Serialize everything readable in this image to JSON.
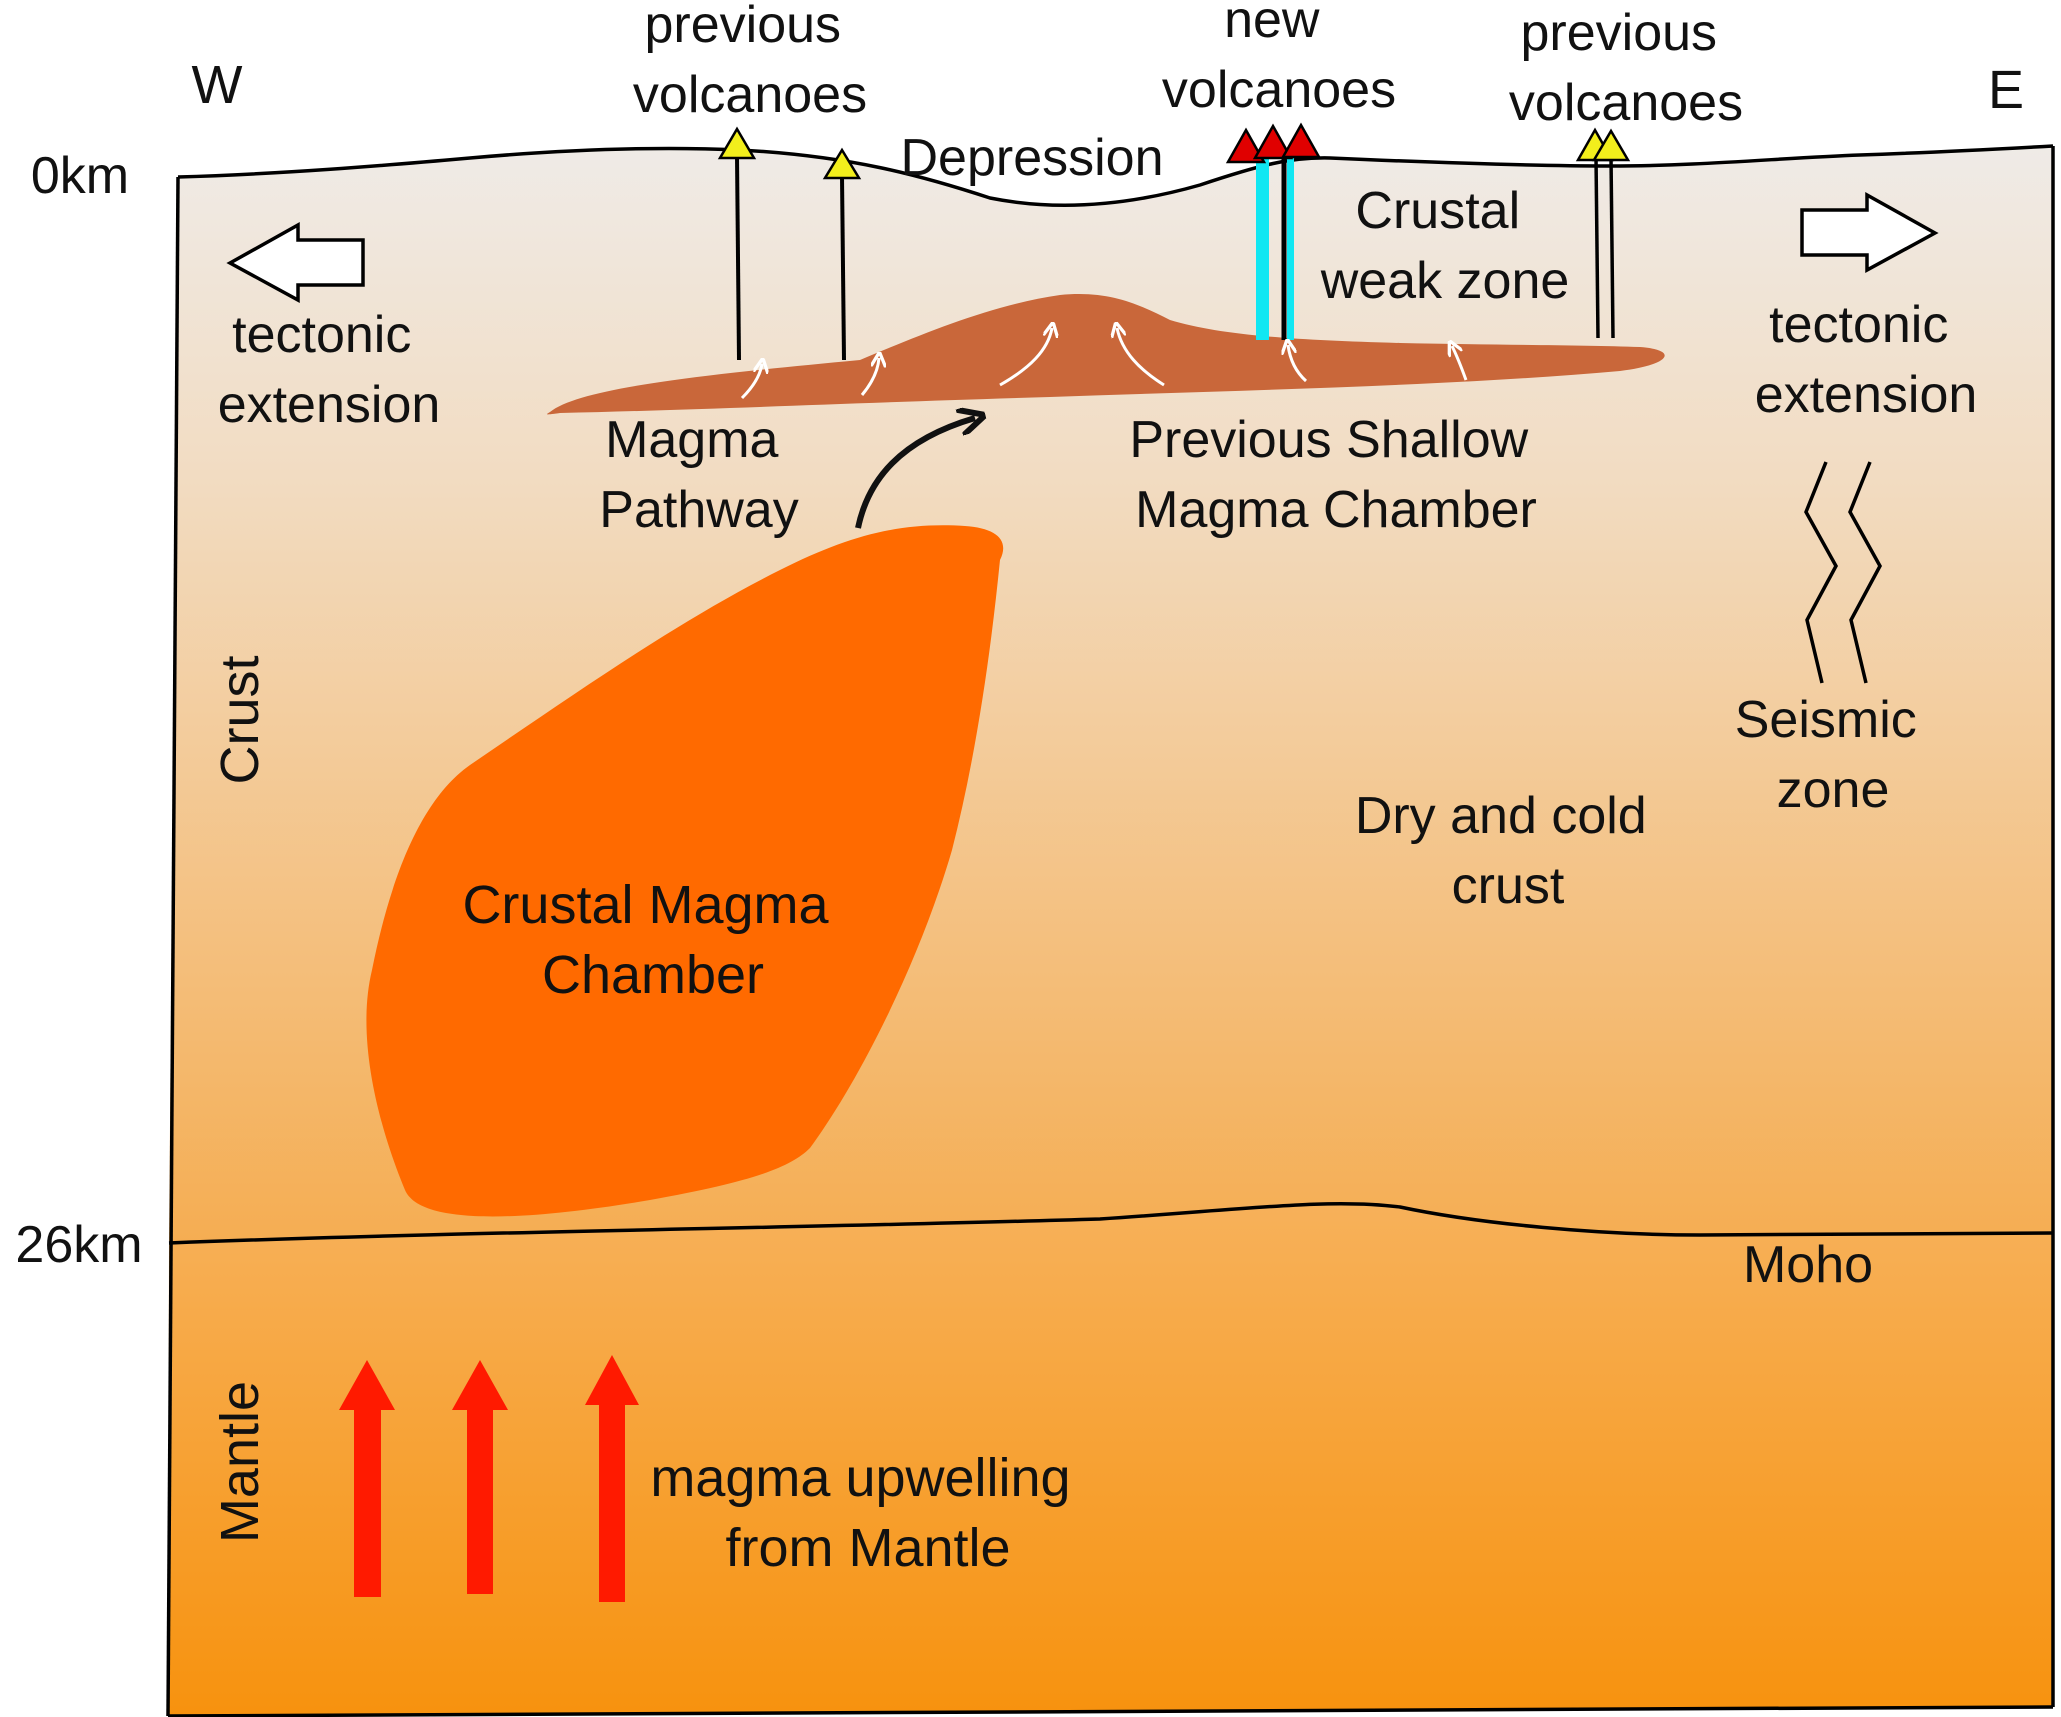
{
  "compass": {
    "west": "W",
    "east": "E"
  },
  "depths": {
    "surface": "0km",
    "moho": "26km"
  },
  "top_labels": {
    "previous_volcanoes_west": [
      "previous",
      "volcanoes"
    ],
    "new_volcanoes": [
      "new",
      "volcanoes"
    ],
    "previous_volcanoes_east": [
      "previous",
      "volcanoes"
    ],
    "depression": "Depression"
  },
  "labels": {
    "crustal_weak_zone": [
      "Crustal",
      "weak zone"
    ],
    "tectonic_extension_west": [
      "tectonic",
      "extension"
    ],
    "tectonic_extension_east": [
      "tectonic",
      "extension"
    ],
    "magma_pathway": [
      "Magma",
      "Pathway"
    ],
    "previous_shallow_chamber": [
      "Previous Shallow",
      "Magma Chamber"
    ],
    "crust": "Crust",
    "seismic_zone": [
      "Seismic",
      "zone"
    ],
    "dry_cold_crust": [
      "Dry and cold",
      "crust"
    ],
    "crustal_magma_chamber": [
      "Crustal Magma",
      "Chamber"
    ],
    "moho": "Moho",
    "mantle": "Mantle",
    "magma_upwelling": [
      "magma upwelling",
      "from Mantle"
    ]
  },
  "colors": {
    "crust_top": "#efebe7",
    "crust_bottom": "#f5a84a",
    "mantle_top": "#f7b15a",
    "mantle_bottom": "#f7920e",
    "shallow_chamber": "#c9673a",
    "crustal_chamber": "#ff6a00",
    "weak_zone": "#11e7f2",
    "upwelling_arrow": "#ff1a00",
    "new_volcano": "#e00000",
    "previous_volcano": "#f2ee1c"
  }
}
